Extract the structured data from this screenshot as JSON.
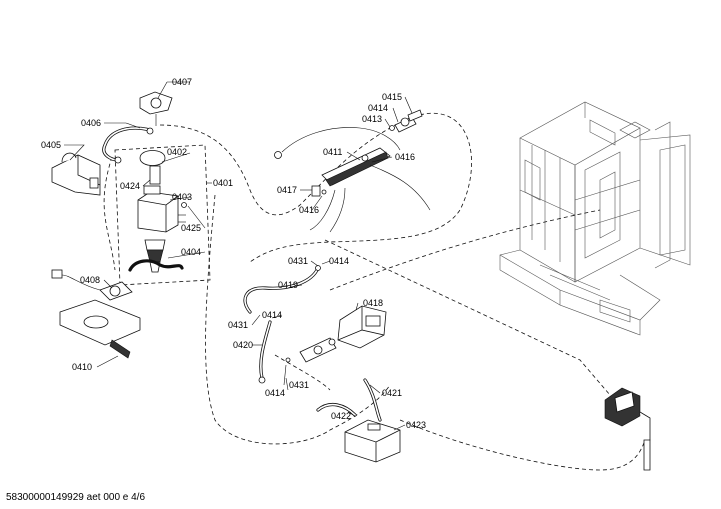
{
  "labels": {
    "p0407": "0407",
    "p0406": "0406",
    "p0405": "0405",
    "p0402": "0402",
    "p0424": "0424",
    "p0403": "0403",
    "p0401": "0401",
    "p0425": "0425",
    "p0404": "0404",
    "p0408": "0408",
    "p0410": "0410",
    "p0415": "0415",
    "p0414a": "0414",
    "p0413": "0413",
    "p0411": "0411",
    "p0416a": "0416",
    "p0417": "0417",
    "p0416b": "0416",
    "p0431a": "0431",
    "p0414b": "0414",
    "p0419": "0419",
    "p0418": "0418",
    "p0431b": "0431",
    "p0414c": "0414",
    "p0420": "0420",
    "p0431c": "0431",
    "p0414d": "0414",
    "p0421": "0421",
    "p0422": "0422",
    "p0423": "0423"
  },
  "footer": "58300000149929 aet 000 e 4/6"
}
